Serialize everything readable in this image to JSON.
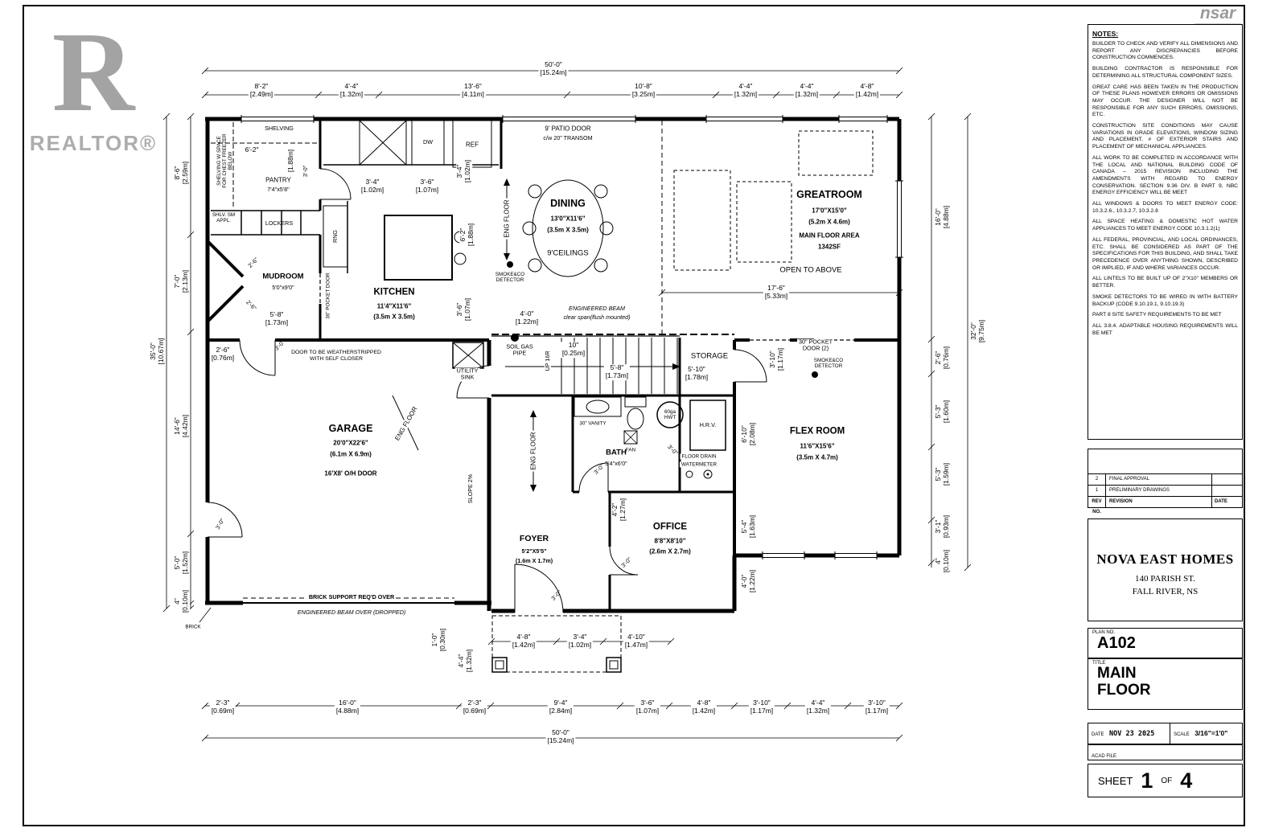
{
  "branding": {
    "realtor_letter": "R",
    "realtor_word": "REALTOR®",
    "nsar_word": "nsar"
  },
  "notes": {
    "title": "NOTES:",
    "paragraphs": [
      "BUILDER TO CHECK AND VERIFY ALL DIMENSIONS AND REPORT ANY DISCREPANCIES BEFORE CONSTRUCTION COMMENCES.",
      "BUILDING CONTRACTOR IS RESPONSIBLE FOR DETERMINING ALL STRUCTURAL COMPONENT SIZES.",
      "GREAT CARE HAS BEEN TAKEN IN THE PRODUCTION OF THESE PLANS HOWEVER ERRORS OR OMISSIONS MAY OCCUR. THE DESIGNER WILL NOT BE RESPONSIBLE FOR ANY SUCH ERRORS, OMISSIONS, ETC.",
      "CONSTRUCTION SITE CONDITIONS MAY CAUSE VARIATIONS IN GRADE ELEVATIONS, WINDOW SIZING AND PLACEMENT, # OF EXTERIOR STAIRS AND PLACEMENT OF MECHANICAL APPLIANCES.",
      "ALL WORK TO BE COMPLETED IN ACCORDANCE WITH THE LOCAL AND NATIONAL BUILDING CODE OF CANADA – 2015 REVISION INCLUDING THE AMENDMENTS WITH REGARD TO ENERGY CONSERVATION. SECTION 9.36 DIV. B PART 9, NBC ENERGY EFFICIENCY WILL BE MEET",
      "ALL WINDOWS & DOORS TO MEET ENERGY CODE: 10.3.2.6., 10.3.2.7, 10.3.2.8",
      "ALL SPACE HEATING & DOMESTIC HOT WATER APPLIANCES TO MEET ENERGY CODE 10.3.1.2(1)",
      "ALL FEDERAL, PROVINCIAL, AND LOCAL ORDINANCES, ETC. SHALL BE CONSIDERED AS PART OF THE SPECIFICATIONS FOR THIS BUILDING, AND SHALL TAKE PRECEDENCE OVER ANYTHING SHOWN, DESCRIBED OR IMPLIED, IF AND WHERE VARIANCES OCCUR.",
      "ALL LINTELS TO BE BUILT UP OF 2\"X10\" MEMBERS OR BETTER.",
      "SMOKE DETECTORS TO BE WIRED IN WITH BATTERY BACKUP (CODE 9.10.19.1, 9.10.19.3)",
      "PART 8 SITE SAFETY REQUIREMENTS TO BE MET",
      "ALL 3.8.4. ADAPTABLE HOUSING REQUIREMENTS WILL BE MET"
    ]
  },
  "revision_table": {
    "header": {
      "no": "REV NO.",
      "revision": "REVISION",
      "date": "DATE"
    },
    "rows": [
      {
        "no": "2",
        "revision": "FINAL APPROVAL",
        "date": ""
      },
      {
        "no": "1",
        "revision": "PRELIMINARY DRAWINGS",
        "date": ""
      }
    ]
  },
  "title_block": {
    "company": "NOVA EAST HOMES",
    "address_line1": "140  PARISH ST.",
    "address_line2": "FALL RIVER, NS",
    "plan_no_label": "PLAN NO.",
    "plan_no": "A102",
    "title_label": "TITLE",
    "sheet_title_line1": "MAIN",
    "sheet_title_line2": "FLOOR",
    "date_label": "DATE",
    "date_value": "NOV 23 2025",
    "scale_label": "SCALE",
    "scale_value": "3/16\"=1'0\"",
    "acad_label": "ACAD FILE",
    "sheet_label": "SHEET",
    "sheet_number": "1",
    "of_label": "OF",
    "sheet_total": "4"
  },
  "plan": {
    "rooms": {
      "kitchen": {
        "name": "KITCHEN",
        "size": "11'4\"X11'6\"",
        "metric": "(3.5m X 3.5m)"
      },
      "dining": {
        "name": "DINING",
        "size": "13'0\"X11'6\"",
        "metric": "(3.5m X 3.5m)",
        "note": "9'CEILINGS"
      },
      "greatroom": {
        "name": "GREATROOM",
        "size": "17'0\"X15'0\"",
        "metric": "(5.2m X 4.6m)",
        "area_label": "MAIN FLOOR AREA",
        "area": "1342SF",
        "note": "OPEN TO ABOVE"
      },
      "mudroom": {
        "name": "MUDROOM",
        "size": "5'0\"x9'0\""
      },
      "pantry": {
        "name": "PANTRY",
        "size": "7'4\"x5'8\""
      },
      "garage": {
        "name": "GARAGE",
        "size": "20'0\"X22'6\"",
        "metric": "(6.1m X 6.9m)",
        "door": "16'X8' O/H DOOR"
      },
      "foyer": {
        "name": "FOYER",
        "size": "5'2\"X5'5\"",
        "metric": "(1.6m X 1.7m)"
      },
      "bath": {
        "name": "BATH",
        "size": "5'4\"x6'0\""
      },
      "office": {
        "name": "OFFICE",
        "size": "8'8\"X8'10\"",
        "metric": "(2.6m X 2.7m)"
      },
      "flex": {
        "name": "FLEX ROOM",
        "size": "11'6\"X15'6\"",
        "metric": "(3.5m X 4.7m)"
      },
      "storage": {
        "name": "STORAGE"
      }
    },
    "dims": {
      "top_total": {
        "ft": "50'-0\"",
        "m": "[15.24m]"
      },
      "top": [
        {
          "ft": "8'-2\"",
          "m": "[2.49m]"
        },
        {
          "ft": "4'-4\"",
          "m": "[1.32m]"
        },
        {
          "ft": "13'-6\"",
          "m": "[4.11m]"
        },
        {
          "ft": "10'-8\"",
          "m": "[3.25m]"
        },
        {
          "ft": "4'-4\"",
          "m": "[1.32m]"
        },
        {
          "ft": "4'-4\"",
          "m": "[1.32m]"
        },
        {
          "ft": "4'-8\"",
          "m": "[1.42m]"
        }
      ],
      "bottom": [
        {
          "ft": "2'-3\"",
          "m": "[0.69m]"
        },
        {
          "ft": "16'-0\"",
          "m": "[4.88m]"
        },
        {
          "ft": "2'-3\"",
          "m": "[0.69m]"
        },
        {
          "ft": "9'-4\"",
          "m": "[2.84m]"
        },
        {
          "ft": "3'-6\"",
          "m": "[1.07m]"
        },
        {
          "ft": "4'-8\"",
          "m": "[1.42m]"
        },
        {
          "ft": "3'-10\"",
          "m": "[1.17m]"
        },
        {
          "ft": "4'-4\"",
          "m": "[1.32m]"
        },
        {
          "ft": "3'-10\"",
          "m": "[1.17m]"
        }
      ],
      "bottom_total": {
        "ft": "50'-0\"",
        "m": "[15.24m]"
      },
      "bottom_inner": [
        {
          "ft": "4'-8\"",
          "m": "[1.42m]"
        },
        {
          "ft": "3'-4\"",
          "m": "[1.02m]"
        },
        {
          "ft": "4'-10\"",
          "m": "[1.47m]"
        }
      ],
      "left": [
        {
          "ft": "8'-6\"",
          "m": "[2.59m]"
        },
        {
          "ft": "7'-0\"",
          "m": "[2.13m]"
        },
        {
          "ft": "14'-6\"",
          "m": "[4.42m]"
        },
        {
          "ft": "5'-0\"",
          "m": "[1.52m]"
        },
        {
          "ft": "4\"",
          "m": "[0.10m]"
        }
      ],
      "left_total": {
        "ft": "35'-0\"",
        "m": "[10.67m]"
      },
      "right": [
        {
          "ft": "16'-0\"",
          "m": "[4.88m]"
        },
        {
          "ft": "2'-6\"",
          "m": "[0.76m]"
        },
        {
          "ft": "5'-3\"",
          "m": "[1.60m]"
        },
        {
          "ft": "5'-3\"",
          "m": "[1.59m]"
        },
        {
          "ft": "3'-1\"",
          "m": "[0.93m]"
        },
        {
          "ft": "4\"",
          "m": "[0.10m]"
        }
      ],
      "right_total": {
        "ft": "32'-0\"",
        "m": "[9.75m]"
      },
      "inner": {
        "kitchen_a": {
          "ft": "3'-4\"",
          "m": "[1.02m]"
        },
        "kitchen_b": {
          "ft": "3'-6\"",
          "m": "[1.07m]"
        },
        "kitchen_c": {
          "ft": "3'-4\"",
          "m": "[1.02m]"
        },
        "island": {
          "ft": "6'-2\"",
          "m": "[1.88m]"
        },
        "kitchen_low": {
          "ft": "3'-6\"",
          "m": "[1.07m]"
        },
        "pantry_depth": {
          "m": "[1.88m]"
        },
        "shelf_width": {
          "ft": "6'-2\""
        },
        "mud_a": {
          "ft": "5'-8\"",
          "m": "[1.73m]"
        },
        "mud_b": {
          "ft": "2'-6\"",
          "m": "[0.76m]"
        },
        "beam": {
          "ft": "4'-0\"",
          "m": "[1.22m]"
        },
        "riser": {
          "ft": "10\"",
          "m": "[0.25m]"
        },
        "stair": {
          "ft": "5'-8\"",
          "m": "[1.73m]"
        },
        "storage_w": {
          "ft": "5'-10\"",
          "m": "[1.78m]"
        },
        "storage_v": {
          "ft": "3'-10\"",
          "m": "[1.17m]"
        },
        "greatroom_w": {
          "ft": "17'-6\"",
          "m": "[5.33m]"
        },
        "flex_a": {
          "ft": "6'-10\"",
          "m": "[2.08m]"
        },
        "flex_b": {
          "ft": "5'-4\"",
          "m": "[1.63m]"
        },
        "office_v": {
          "ft": "4'-2\"",
          "m": "[1.27m]"
        },
        "office_b": {
          "ft": "4'-0\"",
          "m": "[1.22m]"
        },
        "porch_a": {
          "ft": "1'-0\"",
          "m": "[0.30m]"
        },
        "porch_b": {
          "ft": "4'-4\"",
          "m": "[1.32m]"
        }
      }
    },
    "annotations": {
      "shelving": "SHELVING",
      "shelving_freezer": "SHELVING W SPACE FOR CHEST FREEZER BELOW",
      "shlv_sm_appl": "SHLV. SM APPL.",
      "lockers": "LOCKERS",
      "rng": "RNG",
      "dw": "DW",
      "ref": "REF",
      "patio_line1": "9' PATIO DOOR",
      "patio_line2": "c/w 20\" TRANSOM",
      "eng_floor": "ENG FLOOR",
      "smoke_line1": "SMOKE&CO",
      "smoke_line2": "DETECTOR",
      "beam_line1": "ENGINEERED BEAM",
      "beam_line2": "clear span(flush mounted)",
      "soil_line1": "SOIL GAS",
      "soil_line2": "PIPE",
      "utility_line1": "UTILITY",
      "utility_line2": "SINK",
      "up_16r": "UP 16R",
      "pocket2_line1": "30\" POCKET",
      "pocket2_line2": "DOOR (2)",
      "vanity": "30\" VANITY",
      "fan": "FAN",
      "hwt_line1": "60ga",
      "hwt_line2": "HWT",
      "hrv": "H.R.V.",
      "floor_drain": "FLOOR DRAIN",
      "watermeter": "WATERMETER",
      "weather_line1": "DOOR TO BE WEATHERSTRIPPED",
      "weather_line2": "WITH SELF CLOSER",
      "slope": "SLOPE 2%",
      "brick_support": "BRICK SUPPORT REQ'D OVER",
      "beam_over": "ENGINEERED BEAM OVER (DROPPED)",
      "brick": "BRICK",
      "pocket36": "36\" POCKET DOOR",
      "door_3_0": "3'-0\"",
      "door_2_6": "2'-6\""
    }
  }
}
